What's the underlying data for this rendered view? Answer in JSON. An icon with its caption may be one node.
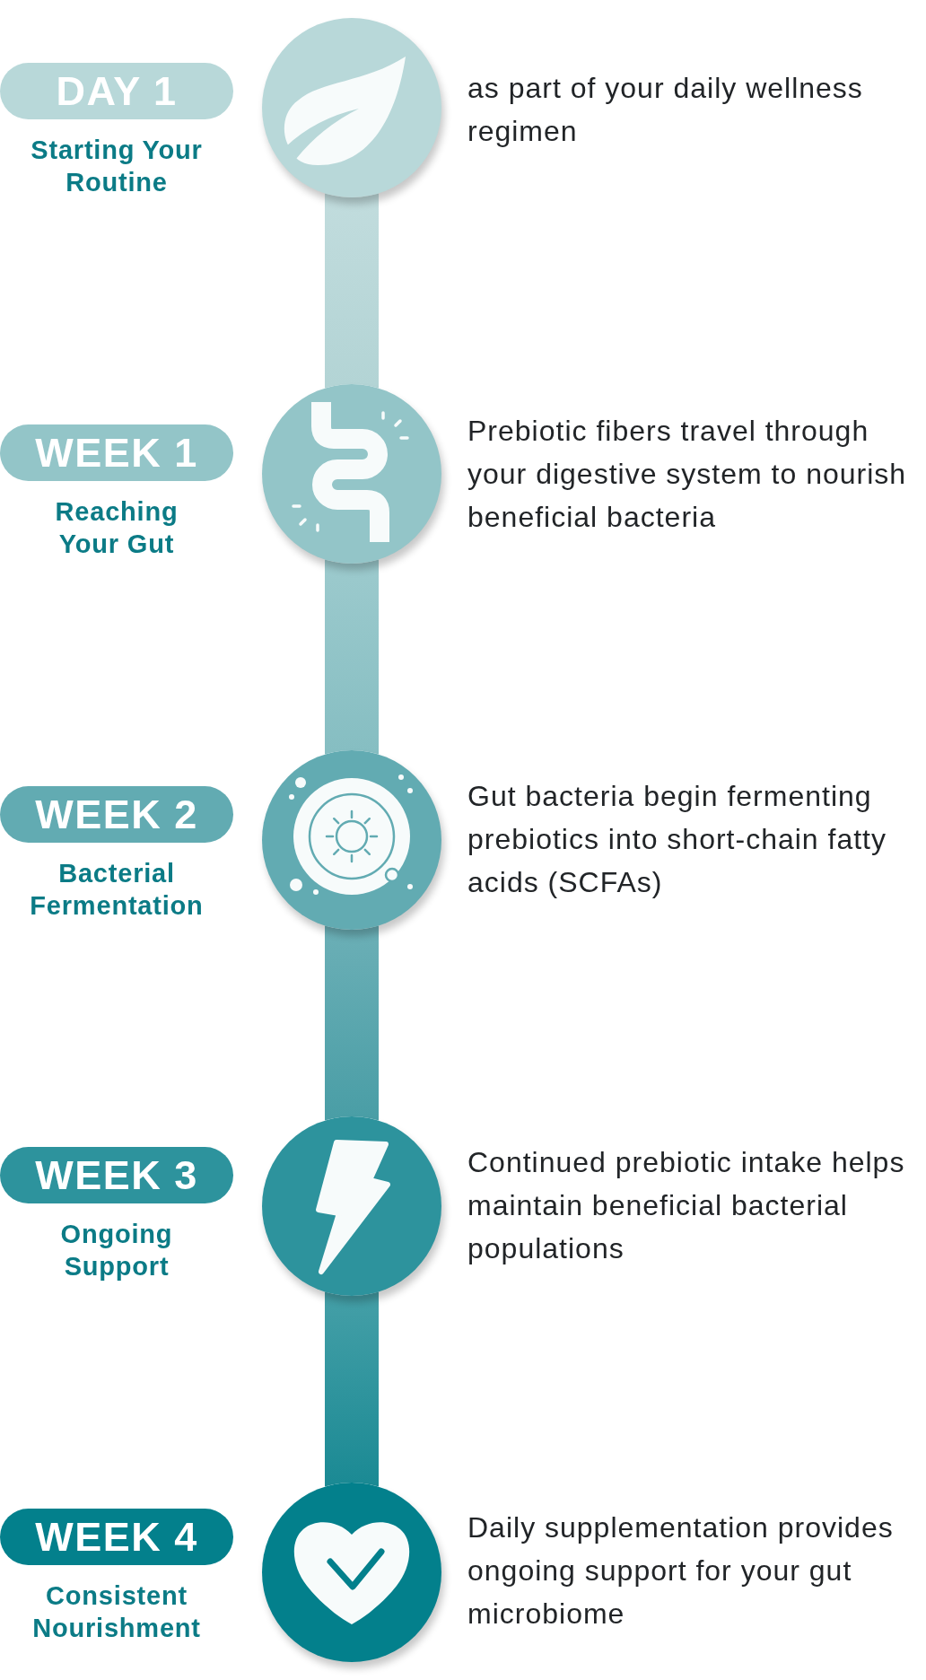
{
  "diagram": {
    "nodes": [
      {
        "text": [
          "DAY 1"
        ],
        "beside": [
          "Starting Your Routine"
        ]
      },
      {
        "text": [],
        "shape": "circle",
        "beside": [
          "as part of your daily wellness regimen"
        ]
      },
      {
        "text": [
          "WEEK 1"
        ],
        "beside": [
          "Reaching Your Gut"
        ]
      },
      {
        "text": [],
        "shape": "circle",
        "beside": [
          "Prebiotic fibers travel through your digestive system to nourish beneficial bacteria"
        ]
      },
      {
        "text": [
          "WEEK 2"
        ],
        "beside": [
          "Bacterial Fermentation"
        ]
      },
      {
        "text": [],
        "shape": "circle",
        "beside": [
          "Gut bacteria begin fermenting prebiotics into short-chain fatty acids (SCFAs)"
        ]
      },
      {
        "text": [
          "WEEK 3"
        ],
        "beside": [
          "Ongoing Support"
        ]
      },
      {
        "text": [],
        "shape": "circle",
        "beside": [
          "Continued prebiotic intake helps maintain beneficial bacterial populations"
        ]
      },
      {
        "text": [
          "WEEK 4"
        ],
        "beside": [
          "Consistent Nourishment"
        ]
      },
      {
        "text": [],
        "shape": "circle",
        "beside": [
          "Daily supplementation provides ongoing support for your gut microbiome"
        ]
      }
    ],
    "edges": [
      {
        "from": 1,
        "to": 3,
        "arrow": "none",
        "color": "#b3d4d5"
      },
      {
        "from": 3,
        "to": 5,
        "arrow": "none",
        "color": "#86bec2"
      },
      {
        "from": 5,
        "to": 7,
        "arrow": "none",
        "color": "#4a9ea6"
      },
      {
        "from": 7,
        "to": 9,
        "arrow": "none",
        "color": "#1b8a94"
      }
    ]
  }
}
